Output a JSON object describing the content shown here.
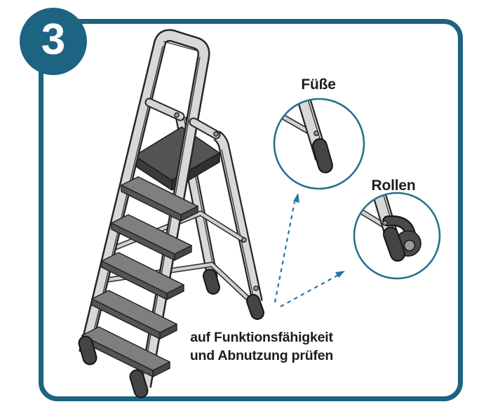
{
  "badge": {
    "value": "3"
  },
  "callouts": {
    "fuesse": {
      "label": "Füße"
    },
    "rollen": {
      "label": "Rollen"
    }
  },
  "caption": {
    "line1": "auf Funktionsfähigkeit",
    "line2": "und Abnutzung prüfen"
  },
  "colors": {
    "accent_teal": "#1d6382",
    "callout_ring": "#26708f",
    "arrow": "#2478a0",
    "ladder_light": "#d8d8d8",
    "ladder_outline": "#262626",
    "step_top": "#7f7f7f",
    "platform_top": "#545454",
    "foot_cap": "#444444",
    "text": "#1c1c1c"
  }
}
